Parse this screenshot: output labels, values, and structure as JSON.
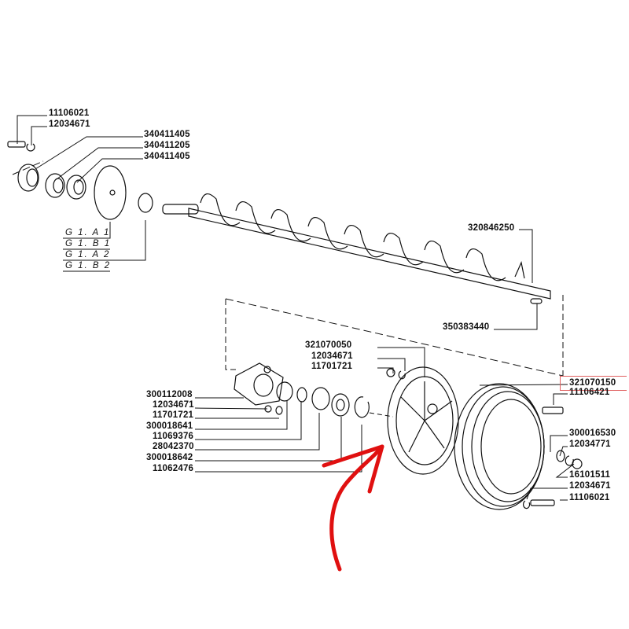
{
  "diagram": {
    "top_assembly": {
      "bolt": "11106021",
      "washer": "12034671",
      "cover_1": "340411405",
      "bearing": "340411205",
      "cover_2": "340411405",
      "groups": [
        "G 1. A 1",
        "G 1. B 1",
        "G 1. A 2",
        "G 1. B 2"
      ]
    },
    "auger_shaft": "320846250",
    "key": "350383440",
    "hub": {
      "part": "321070050",
      "washer": "12034671",
      "nut": "11701721"
    },
    "bearing_stack": [
      "300112008",
      "12034671",
      "11701721",
      "300018641",
      "11069376",
      "28042370",
      "300018642",
      "11062476"
    ],
    "pulley": {
      "part": "321070150",
      "bolt": "11106421",
      "spacer": "300016530",
      "washer": "12034771",
      "nut": "16101511",
      "washer_2": "12034671",
      "bolt_2": "11106021"
    },
    "highlight_color": "#e06060",
    "arrow_color": "#e01010"
  }
}
